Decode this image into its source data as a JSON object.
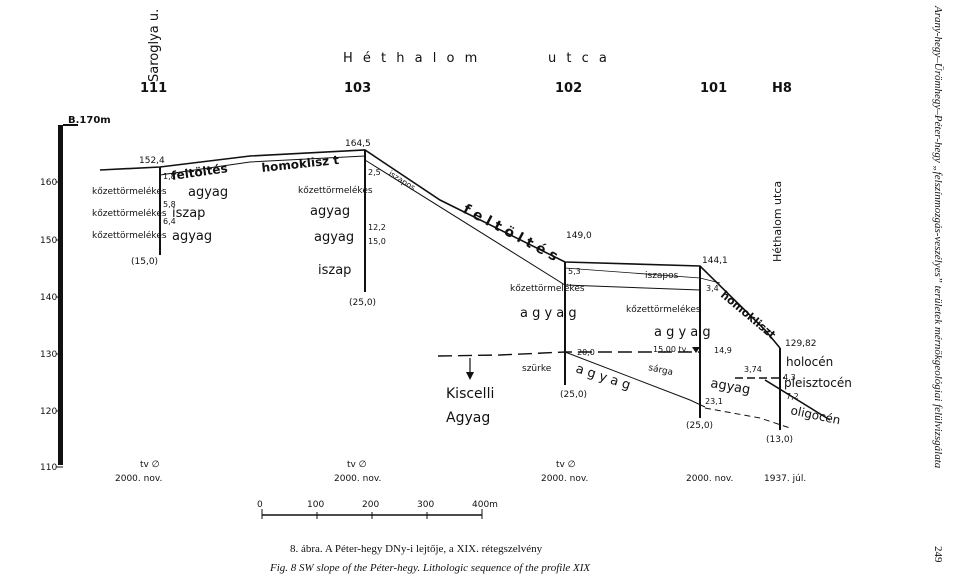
{
  "street_header": {
    "left": "H é t h a l o m",
    "right": "u t c a",
    "vertical_left": "Saroglya u.",
    "vertical_right": "Héthalom utca"
  },
  "elevation_axis": {
    "top_label": "B.170m",
    "ticks": [
      "160",
      "150",
      "140",
      "130",
      "120",
      "110"
    ]
  },
  "boreholes": [
    {
      "id": "111",
      "top_elevation": "152,4",
      "depths": [
        "1,8",
        "5,8",
        "6,4"
      ],
      "bottom": "(15,0)",
      "layers": [
        {
          "label": "kőzettörmelékes",
          "material": "agyag"
        },
        {
          "label": "kőzettörmelékes",
          "material": "iszap"
        },
        {
          "label": "kőzettörmelékes",
          "material": "agyag"
        }
      ],
      "water": "tv ∅",
      "date": "2000. nov."
    },
    {
      "id": "103",
      "top_elevation": "164,5",
      "depths": [
        "2,5",
        "12,2",
        "15,0"
      ],
      "bottom": "(25,0)",
      "layers": [
        {
          "label": "kőzettörmelékes",
          "material": "agyag"
        },
        {
          "label": "",
          "material": "agyag"
        },
        {
          "label": "",
          "material": "iszap"
        }
      ],
      "water": "tv ∅",
      "date": "2000. nov."
    },
    {
      "id": "102",
      "top_elevation": "149,0",
      "depths": [
        "5,3",
        "20,0"
      ],
      "bottom": "(25,0)",
      "layers": [
        {
          "label": "kőzettörmelékes",
          "material": "a g y a g"
        },
        {
          "label": "szürke",
          "material": "a g y a g"
        }
      ],
      "water": "tv ∅",
      "date": "2000. nov."
    },
    {
      "id": "101",
      "top_elevation": "144,1",
      "depths": [
        "3,4",
        "14,9",
        "23,1"
      ],
      "bottom": "(25,0)",
      "water_level": "15,00 tv.",
      "layers": [
        {
          "label": "iszapos",
          "material": ""
        },
        {
          "label": "kőzettörmelékes",
          "material": "a g y a g"
        },
        {
          "label": "sárga",
          "material": "agyag"
        }
      ],
      "water": "",
      "date": "2000. nov."
    },
    {
      "id": "H8",
      "top_elevation": "129,82",
      "depths": [
        "3,74",
        "4,3",
        "7,2"
      ],
      "bottom": "(13,0)",
      "layers": [
        {
          "label": "",
          "material": "holocén"
        },
        {
          "label": "",
          "material": "pleisztocén"
        },
        {
          "label": "",
          "material": "oligocén"
        }
      ],
      "water": "",
      "date": "1937. júl."
    }
  ],
  "unit_labels": {
    "feltoltes_left": "feltöltés",
    "homoklisz_left": "homoklisz t",
    "iszapos": "iszapos",
    "feltoltes_mid": "f e l t ö l t é s",
    "homokliszt_right": "homokliszt",
    "kiscelli": "Kiscelli",
    "kiscelli2": "Agyag"
  },
  "scale_bar": {
    "ticks": [
      "0",
      "100",
      "200",
      "300",
      "400m"
    ]
  },
  "caption": {
    "hu": "8. ábra. A Péter-hegy DNy-i lejtője, a XIX. rétegszelvény",
    "en": "Fig. 8 SW slope of the Péter-hegy. Lithologic sequence of the profile XIX"
  },
  "running_head": {
    "text": "Arany-hegy–Ürömhegy–Péter-hegy „felszínmozgás-veszélyes” területek mérnökgeológiai felülvizsgálata",
    "page": "249"
  }
}
